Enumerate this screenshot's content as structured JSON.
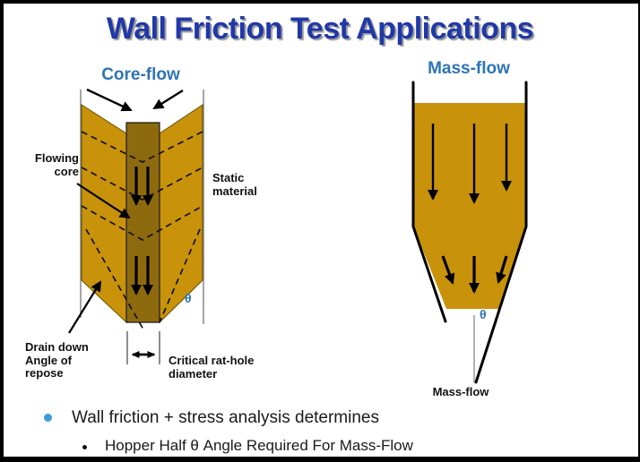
{
  "title": "Wall Friction Test Applications",
  "core_flow": {
    "heading": "Core-flow",
    "flowing_core_label": "Flowing core",
    "static_material_label": "Static material",
    "drain_down_label": "Drain down Angle of repose",
    "rat_hole_label": "Critical rat-hole diameter",
    "theta": "θ"
  },
  "mass_flow": {
    "heading": "Mass-flow",
    "bottom_label": "Mass-flow",
    "theta": "θ"
  },
  "bullets": {
    "main": "Wall friction + stress analysis determines",
    "sub": "Hopper Half θ Angle Required For Mass-Flow"
  },
  "colors": {
    "title_blue": "#2038A8",
    "heading_blue": "#2E74B5",
    "material_gold": "#C8920B",
    "core_channel_brown": "#8E6A0E",
    "bullet_blue": "#3A9BD8"
  }
}
